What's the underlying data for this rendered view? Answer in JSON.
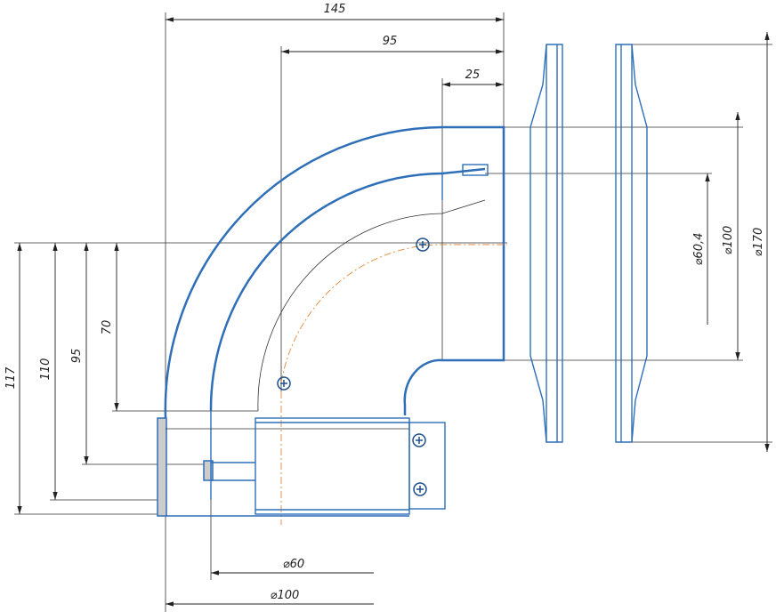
{
  "drawing": {
    "top_dims": {
      "overall": "145",
      "to_axis": "95",
      "socket": "25"
    },
    "left_dims": {
      "d117": "117",
      "d110": "110",
      "d95": "95",
      "d70": "70"
    },
    "bottom_dims": {
      "d60": "⌀60",
      "d100": "⌀100"
    },
    "right_dims": {
      "d604": "⌀60,4",
      "d100": "⌀100",
      "d170": "⌀170"
    },
    "line_color": "#2e6fb8",
    "axis_color": "#e0883a"
  }
}
